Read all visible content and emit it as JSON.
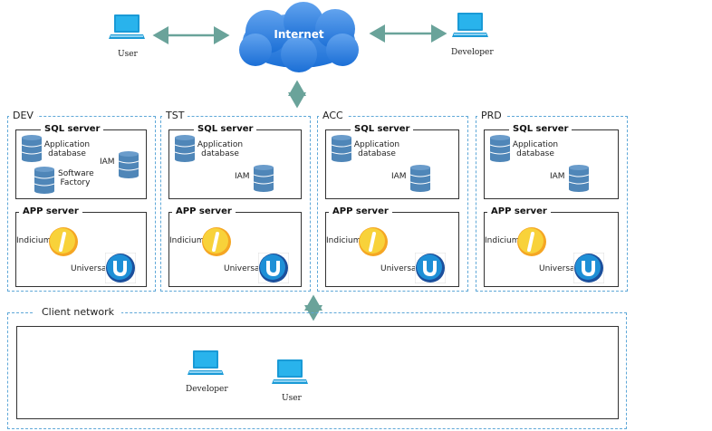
{
  "internet": {
    "label": "Internet"
  },
  "top_user": {
    "label": "User"
  },
  "top_developer": {
    "label": "Developer"
  },
  "environments": [
    {
      "name": "DEV",
      "sql_label": "SQL server",
      "app_db": "Application database",
      "software_factory": "Software Factory",
      "iam": "IAM",
      "app_label": "APP server",
      "indicium": "Indicium",
      "universal": "Universal"
    },
    {
      "name": "TST",
      "sql_label": "SQL server",
      "app_db": "Application database",
      "iam": "IAM",
      "app_label": "APP server",
      "indicium": "Indicium",
      "universal": "Universal"
    },
    {
      "name": "ACC",
      "sql_label": "SQL server",
      "app_db": "Application database",
      "iam": "IAM",
      "app_label": "APP server",
      "indicium": "Indicium",
      "universal": "Universal"
    },
    {
      "name": "PRD",
      "sql_label": "SQL server",
      "app_db": "Application database",
      "iam": "IAM",
      "app_label": "APP server",
      "indicium": "Indicium",
      "universal": "Universal"
    }
  ],
  "client_network": {
    "label": "Client network",
    "developer": "Developer",
    "user": "User"
  },
  "colors": {
    "arrow": "#6aa39a",
    "dash": "#5fa8d8",
    "db": "#4f86b8",
    "laptop": "#1a9ad6",
    "cloud_top": "#62a3ee",
    "cloud_bottom": "#1b6fd6"
  }
}
